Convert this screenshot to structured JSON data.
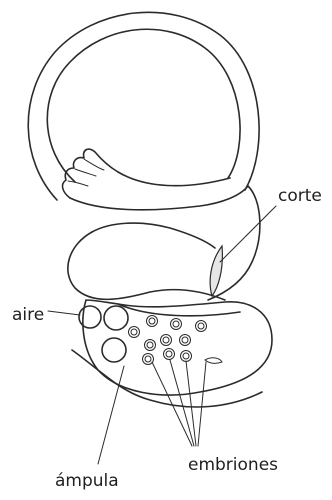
{
  "figure": {
    "labels": {
      "corte": "corte",
      "aire": "aire",
      "ampula": "ámpula",
      "embriones": "embriones"
    },
    "colors": {
      "line": "#2b2b2b",
      "cut_fill": "#e6e6e6",
      "background": "#ffffff"
    }
  }
}
